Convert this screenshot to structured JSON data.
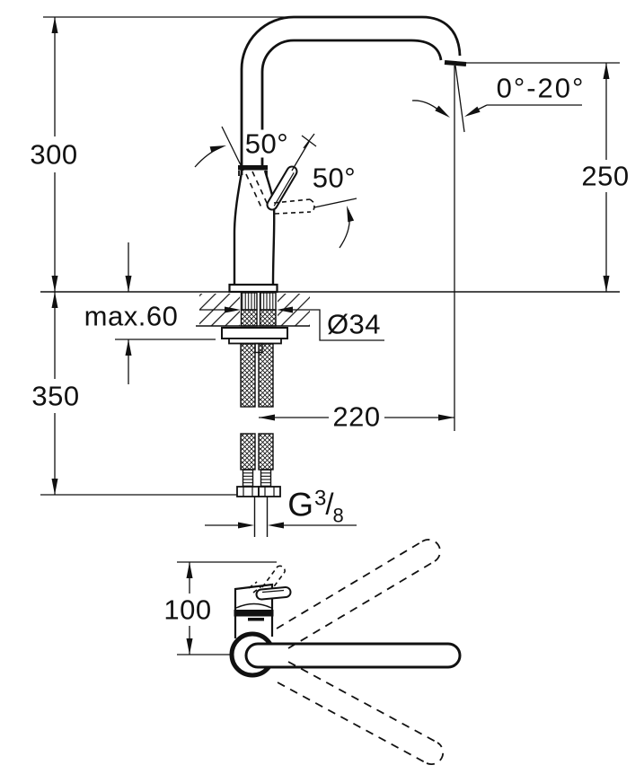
{
  "drawing": {
    "front_view": {
      "dim_height_above_deck": "300",
      "dim_below_deck": "350",
      "dim_spout_height": "250",
      "dim_spout_reach": "220",
      "dim_deck_thickness": "max.60",
      "dim_hole_diameter": "Ø34",
      "dim_handle_open_angle": "50°",
      "dim_handle_swing_angle": "50°",
      "dim_aerator_angle": "0°-20°",
      "thread": {
        "g": "G",
        "numerator": "3",
        "slash": "/",
        "denominator": "8"
      }
    },
    "top_view": {
      "dim_handle_offset": "100"
    },
    "colors": {
      "line": "#111111",
      "background": "#ffffff"
    }
  }
}
